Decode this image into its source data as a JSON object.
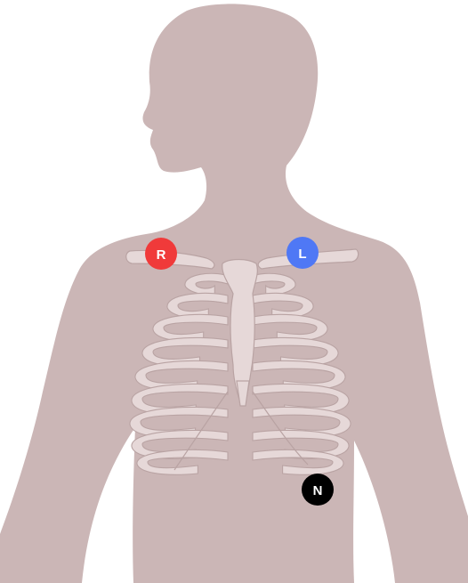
{
  "figure": {
    "colors": {
      "skin": "#cbb6b6",
      "bone_fill": "#e6d8d8",
      "bone_outline": "#b9a3a3",
      "background": "#ffffff"
    },
    "electrodes": [
      {
        "id": "right",
        "label": "R",
        "color": "#f03a3a",
        "text_color": "#ffffff"
      },
      {
        "id": "left",
        "label": "L",
        "color": "#4f78f5",
        "text_color": "#ffffff"
      },
      {
        "id": "neutral",
        "label": "N",
        "color": "#000000",
        "text_color": "#ffffff"
      }
    ]
  }
}
